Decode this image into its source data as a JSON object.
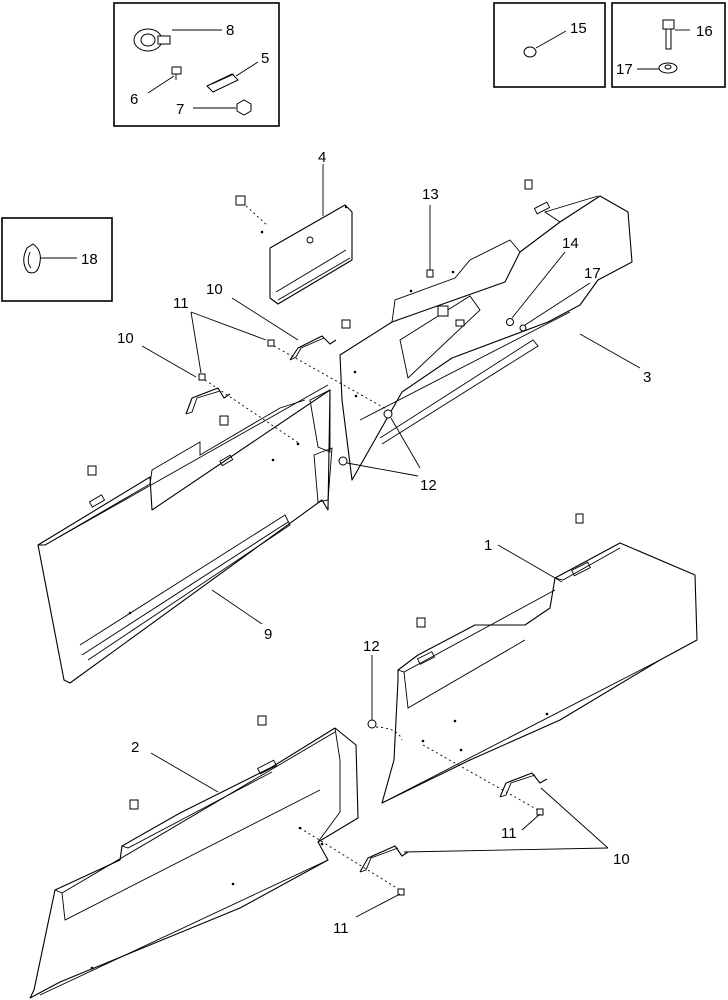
{
  "callouts": {
    "c1": "1",
    "c2": "2",
    "c3": "3",
    "c4": "4",
    "c5": "5",
    "c6": "6",
    "c7": "7",
    "c8": "8",
    "c9": "9",
    "c10a": "10",
    "c10b": "10",
    "c10c": "10",
    "c11a": "11",
    "c11b": "11",
    "c11c": "11",
    "c12a": "12",
    "c12b": "12",
    "c13": "13",
    "c14": "14",
    "c15": "15",
    "c16": "16",
    "c17a": "17",
    "c17b": "17",
    "c18": "18"
  }
}
